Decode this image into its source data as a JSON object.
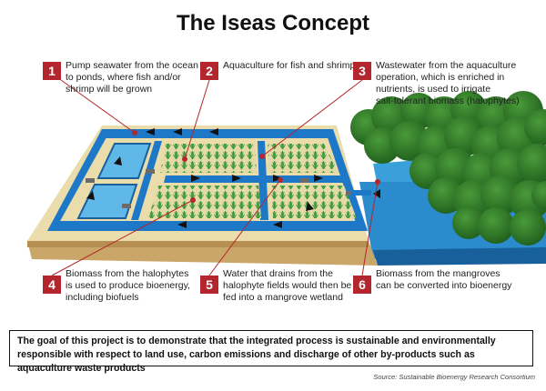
{
  "title": "The Iseas Concept",
  "colors": {
    "accent": "#b3262d",
    "water": "#1e78c8",
    "water_light": "#5fb8e8",
    "land": "#e9d9a8",
    "plant": "#3a9a3a"
  },
  "steps": [
    {
      "num": "1",
      "text": [
        "Pump seawater from the ocean",
        "to ponds, where fish and/or",
        "shrimp will be grown"
      ]
    },
    {
      "num": "2",
      "text": [
        "Aquaculture for fish and shrimp"
      ]
    },
    {
      "num": "3",
      "text": [
        "Wastewater from the aquaculture",
        "operation, which is enriched in",
        "nutrients, is used to irrigate",
        "salt-tolerant biomass (halophytes)"
      ]
    },
    {
      "num": "4",
      "text": [
        "Biomass from the halophytes",
        "is used to produce bioenergy,",
        "including biofuels"
      ]
    },
    {
      "num": "5",
      "text": [
        "Water that drains from the",
        "halophyte fields would then be",
        "fed into a mangrove wetland"
      ]
    },
    {
      "num": "6",
      "text": [
        "Biomass from the mangroves",
        "can be converted into bioenergy"
      ]
    }
  ],
  "goal": "The goal of this project is to demonstrate that the integrated process is sustainable and environmentally responsible with respect to land use, carbon emissions and discharge of other by-products such as aquaculture waste products",
  "source": "Source: Sustainable Bioenergy Research Consortium"
}
